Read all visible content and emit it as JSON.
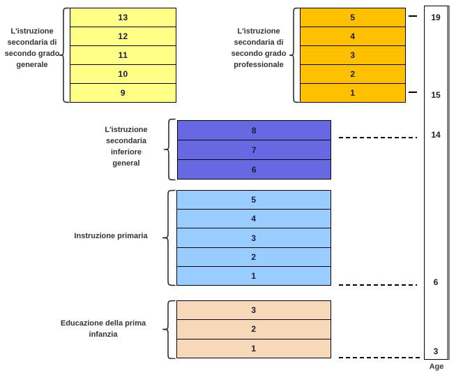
{
  "sections": [
    {
      "name": "secondaria-generale",
      "label_lines": [
        "L'istruzione",
        "secondaria di",
        "secondo grado",
        "generale"
      ],
      "grades": [
        "13",
        "12",
        "11",
        "10",
        "9"
      ],
      "color": "#FFFF85"
    },
    {
      "name": "secondaria-professionale",
      "label_lines": [
        "L'istruzione",
        "secondaria di",
        "secondo grado",
        "professionale"
      ],
      "grades": [
        "5",
        "4",
        "3",
        "2",
        "1"
      ],
      "color": "#FFC000"
    },
    {
      "name": "secondaria-inferiore",
      "label_lines": [
        "L'istruzione",
        "secondaria",
        "inferiore",
        "general"
      ],
      "grades": [
        "8",
        "7",
        "6"
      ],
      "color": "#6868E2"
    },
    {
      "name": "primaria",
      "label_lines": [
        "Instruzione primaria"
      ],
      "grades": [
        "5",
        "4",
        "3",
        "2",
        "1"
      ],
      "color": "#99CCFF"
    },
    {
      "name": "prima-infanzia",
      "label_lines": [
        "Educazione della prima",
        "infanzia"
      ],
      "grades": [
        "3",
        "2",
        "1"
      ],
      "color": "#F7D8B8"
    }
  ],
  "age_axis": {
    "label": "Age",
    "ticks": [
      "19",
      "15",
      "14",
      "6",
      "3"
    ]
  },
  "colors": {
    "box_border": "#000000",
    "brace": "#2e2e2e",
    "axis_shadow": "#848484",
    "label_text": "#333333",
    "grade_text": "#1b1b3d"
  }
}
